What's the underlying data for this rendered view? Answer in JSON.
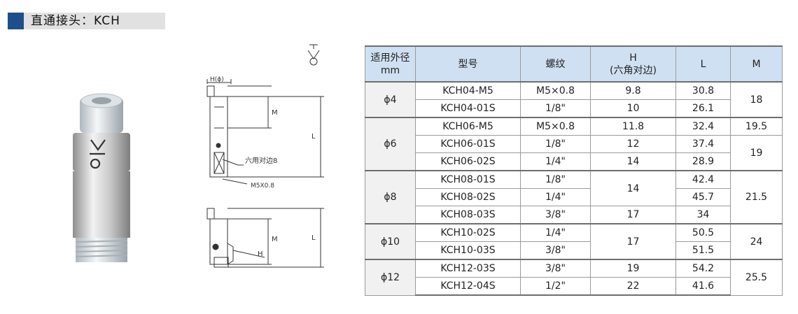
{
  "title": "直通接头：KCH",
  "drawing": {
    "label_h_phi": "H(ϕ)",
    "label_m": "M",
    "label_l": "L",
    "label_hex": "六用对边8",
    "label_thread": "M5X0.8",
    "label_h": "H"
  },
  "table": {
    "headers": {
      "dia": "适用外径\nmm",
      "model": "型号",
      "thread": "螺纹",
      "h": "H\n(六角对边)",
      "l": "L",
      "m": "M"
    },
    "groups": [
      {
        "dia": "ϕ4",
        "rows": [
          {
            "model": "KCH04-M5",
            "thread": "M5×0.8",
            "h": "9.8",
            "l": "30.8"
          },
          {
            "model": "KCH04-01S",
            "thread": "1/8\"",
            "h": "10",
            "l": "26.1"
          }
        ]
      },
      {
        "dia": "ϕ6",
        "rows": [
          {
            "model": "KCH06-M5",
            "thread": "M5×0.8",
            "h": "11.8",
            "l": "32.4"
          },
          {
            "model": "KCH06-01S",
            "thread": "1/8\"",
            "h": "12",
            "l": "37.4"
          },
          {
            "model": "KCH06-02S",
            "thread": "1/4\"",
            "h": "14",
            "l": "28.9"
          }
        ]
      },
      {
        "dia": "ϕ8",
        "rows": [
          {
            "model": "KCH08-01S",
            "thread": "1/8\"",
            "l": "42.4"
          },
          {
            "model": "KCH08-02S",
            "thread": "1/4\"",
            "l": "45.7"
          },
          {
            "model": "KCH08-03S",
            "thread": "3/8\"",
            "h": "17",
            "l": "34"
          }
        ],
        "h_merged": "14"
      },
      {
        "dia": "ϕ10",
        "rows": [
          {
            "model": "KCH10-02S",
            "thread": "1/4\"",
            "l": "50.5"
          },
          {
            "model": "KCH10-03S",
            "thread": "3/8\"",
            "l": "51.5"
          }
        ],
        "h_merged": "17"
      },
      {
        "dia": "ϕ12",
        "rows": [
          {
            "model": "KCH12-03S",
            "thread": "3/8\"",
            "h": "19",
            "l": "54.2"
          },
          {
            "model": "KCH12-04S",
            "thread": "1/2\"",
            "h": "22",
            "l": "41.6"
          }
        ]
      }
    ],
    "m_values": {
      "m1": "18",
      "m2": "19.5",
      "m3": "19",
      "m4": "21.5",
      "m5": "24",
      "m6": "25.5"
    }
  }
}
